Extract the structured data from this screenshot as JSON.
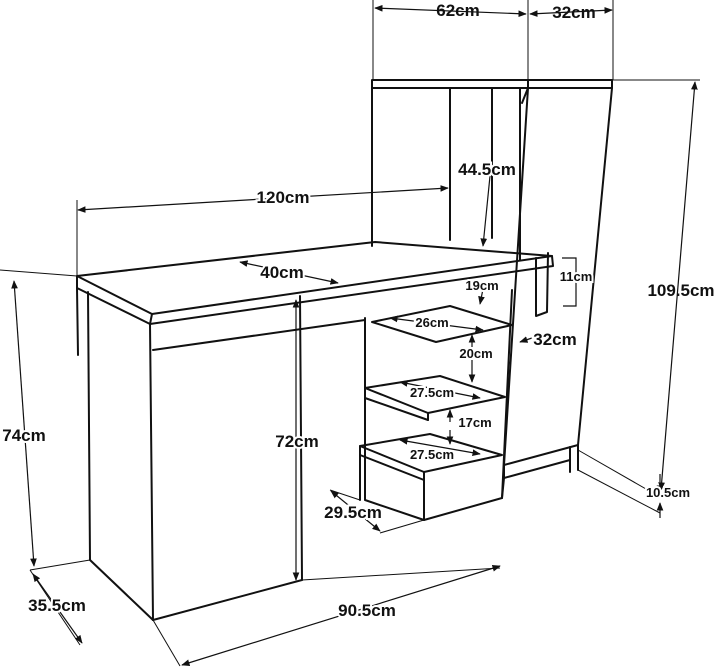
{
  "dimensions": {
    "tower_width": "62cm",
    "cabinet_width": "32cm",
    "desk_length": "120cm",
    "desk_depth": "40cm",
    "shelf_height_top": "44.5cm",
    "shelf_gap_1": "19cm",
    "cabinet_drawer_height": "11cm",
    "shelf_depth_1": "26cm",
    "cabinet_depth": "32cm",
    "shelf_gap_2": "20cm",
    "total_height": "109.5cm",
    "shelf_depth_2": "27.5cm",
    "shelf_gap_3": "17cm",
    "shelf_depth_3": "27.5cm",
    "base_height": "10.5cm",
    "desk_height": "74cm",
    "leg_height": "72cm",
    "bottom_depth": "29.5cm",
    "leg_depth": "35.5cm",
    "base_length": "90.5cm"
  }
}
